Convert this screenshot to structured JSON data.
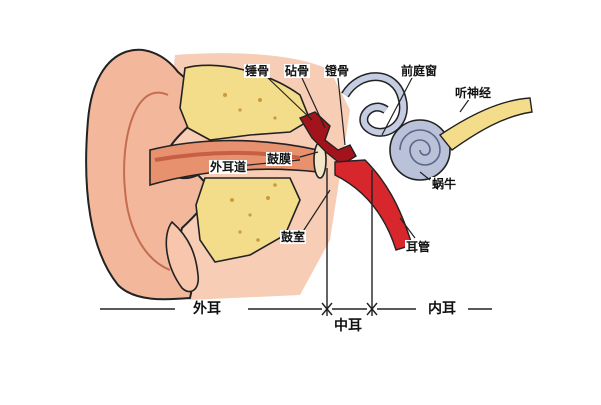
{
  "labels": {
    "malleus": "锤骨",
    "incus": "砧骨",
    "stapes": "镫骨",
    "vestibular_window": "前庭窗",
    "auditory_nerve": "听神经",
    "ear_canal": "外耳道",
    "eardrum": "鼓膜",
    "cochlea": "蜗牛",
    "tympanic_cavity": "鼓室",
    "eustachian_tube": "耳管"
  },
  "sections": {
    "outer_ear": "外耳",
    "middle_ear": "中耳",
    "inner_ear": "内耳"
  },
  "colors": {
    "skin": "#f3b79b",
    "skin_dark": "#e48f6f",
    "bone": "#f4dd8a",
    "bone_dark": "#d9b64a",
    "cochlea": "#b9c2d9",
    "tube": "#d7262c",
    "outline": "#222222"
  }
}
